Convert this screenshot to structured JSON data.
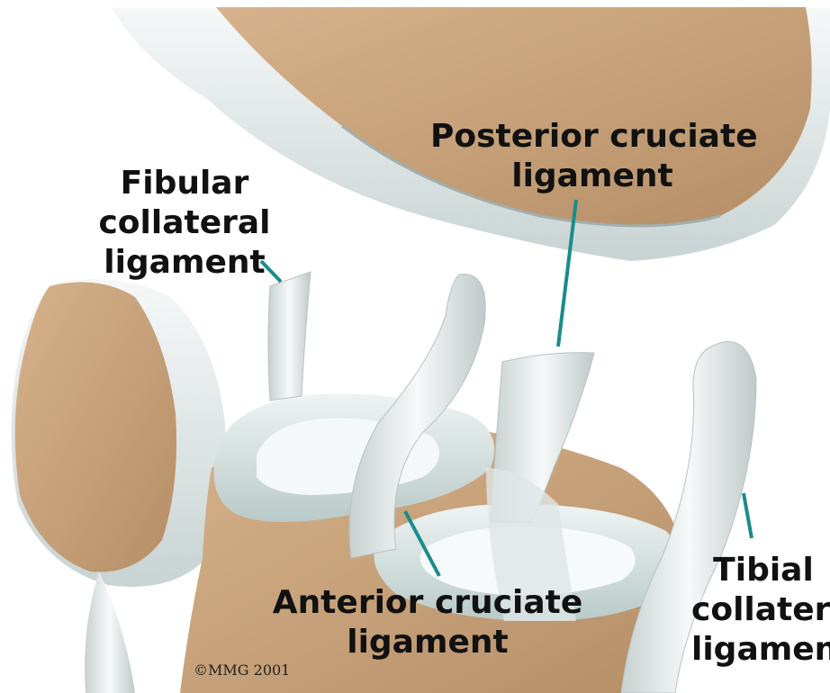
{
  "labels": {
    "posterior_cruciate": [
      "Posterior cruciate",
      "ligament"
    ],
    "fibular_collateral": [
      "Fibular",
      "collateral",
      "ligament"
    ],
    "anterior_cruciate": [
      "Anterior cruciate",
      "ligament"
    ],
    "tibial_collateral": [
      "Tibial",
      "collateral",
      "ligament"
    ]
  },
  "copyright": "©MMG 2001",
  "colors": {
    "bone": "#c9a47e",
    "bone_dark": "#a8835e",
    "cartilage": "#e8eeee",
    "meniscus": "#d8e6e4",
    "ligament": "#e9eeee",
    "leader": "#1a8c8c",
    "text": "#111111"
  }
}
